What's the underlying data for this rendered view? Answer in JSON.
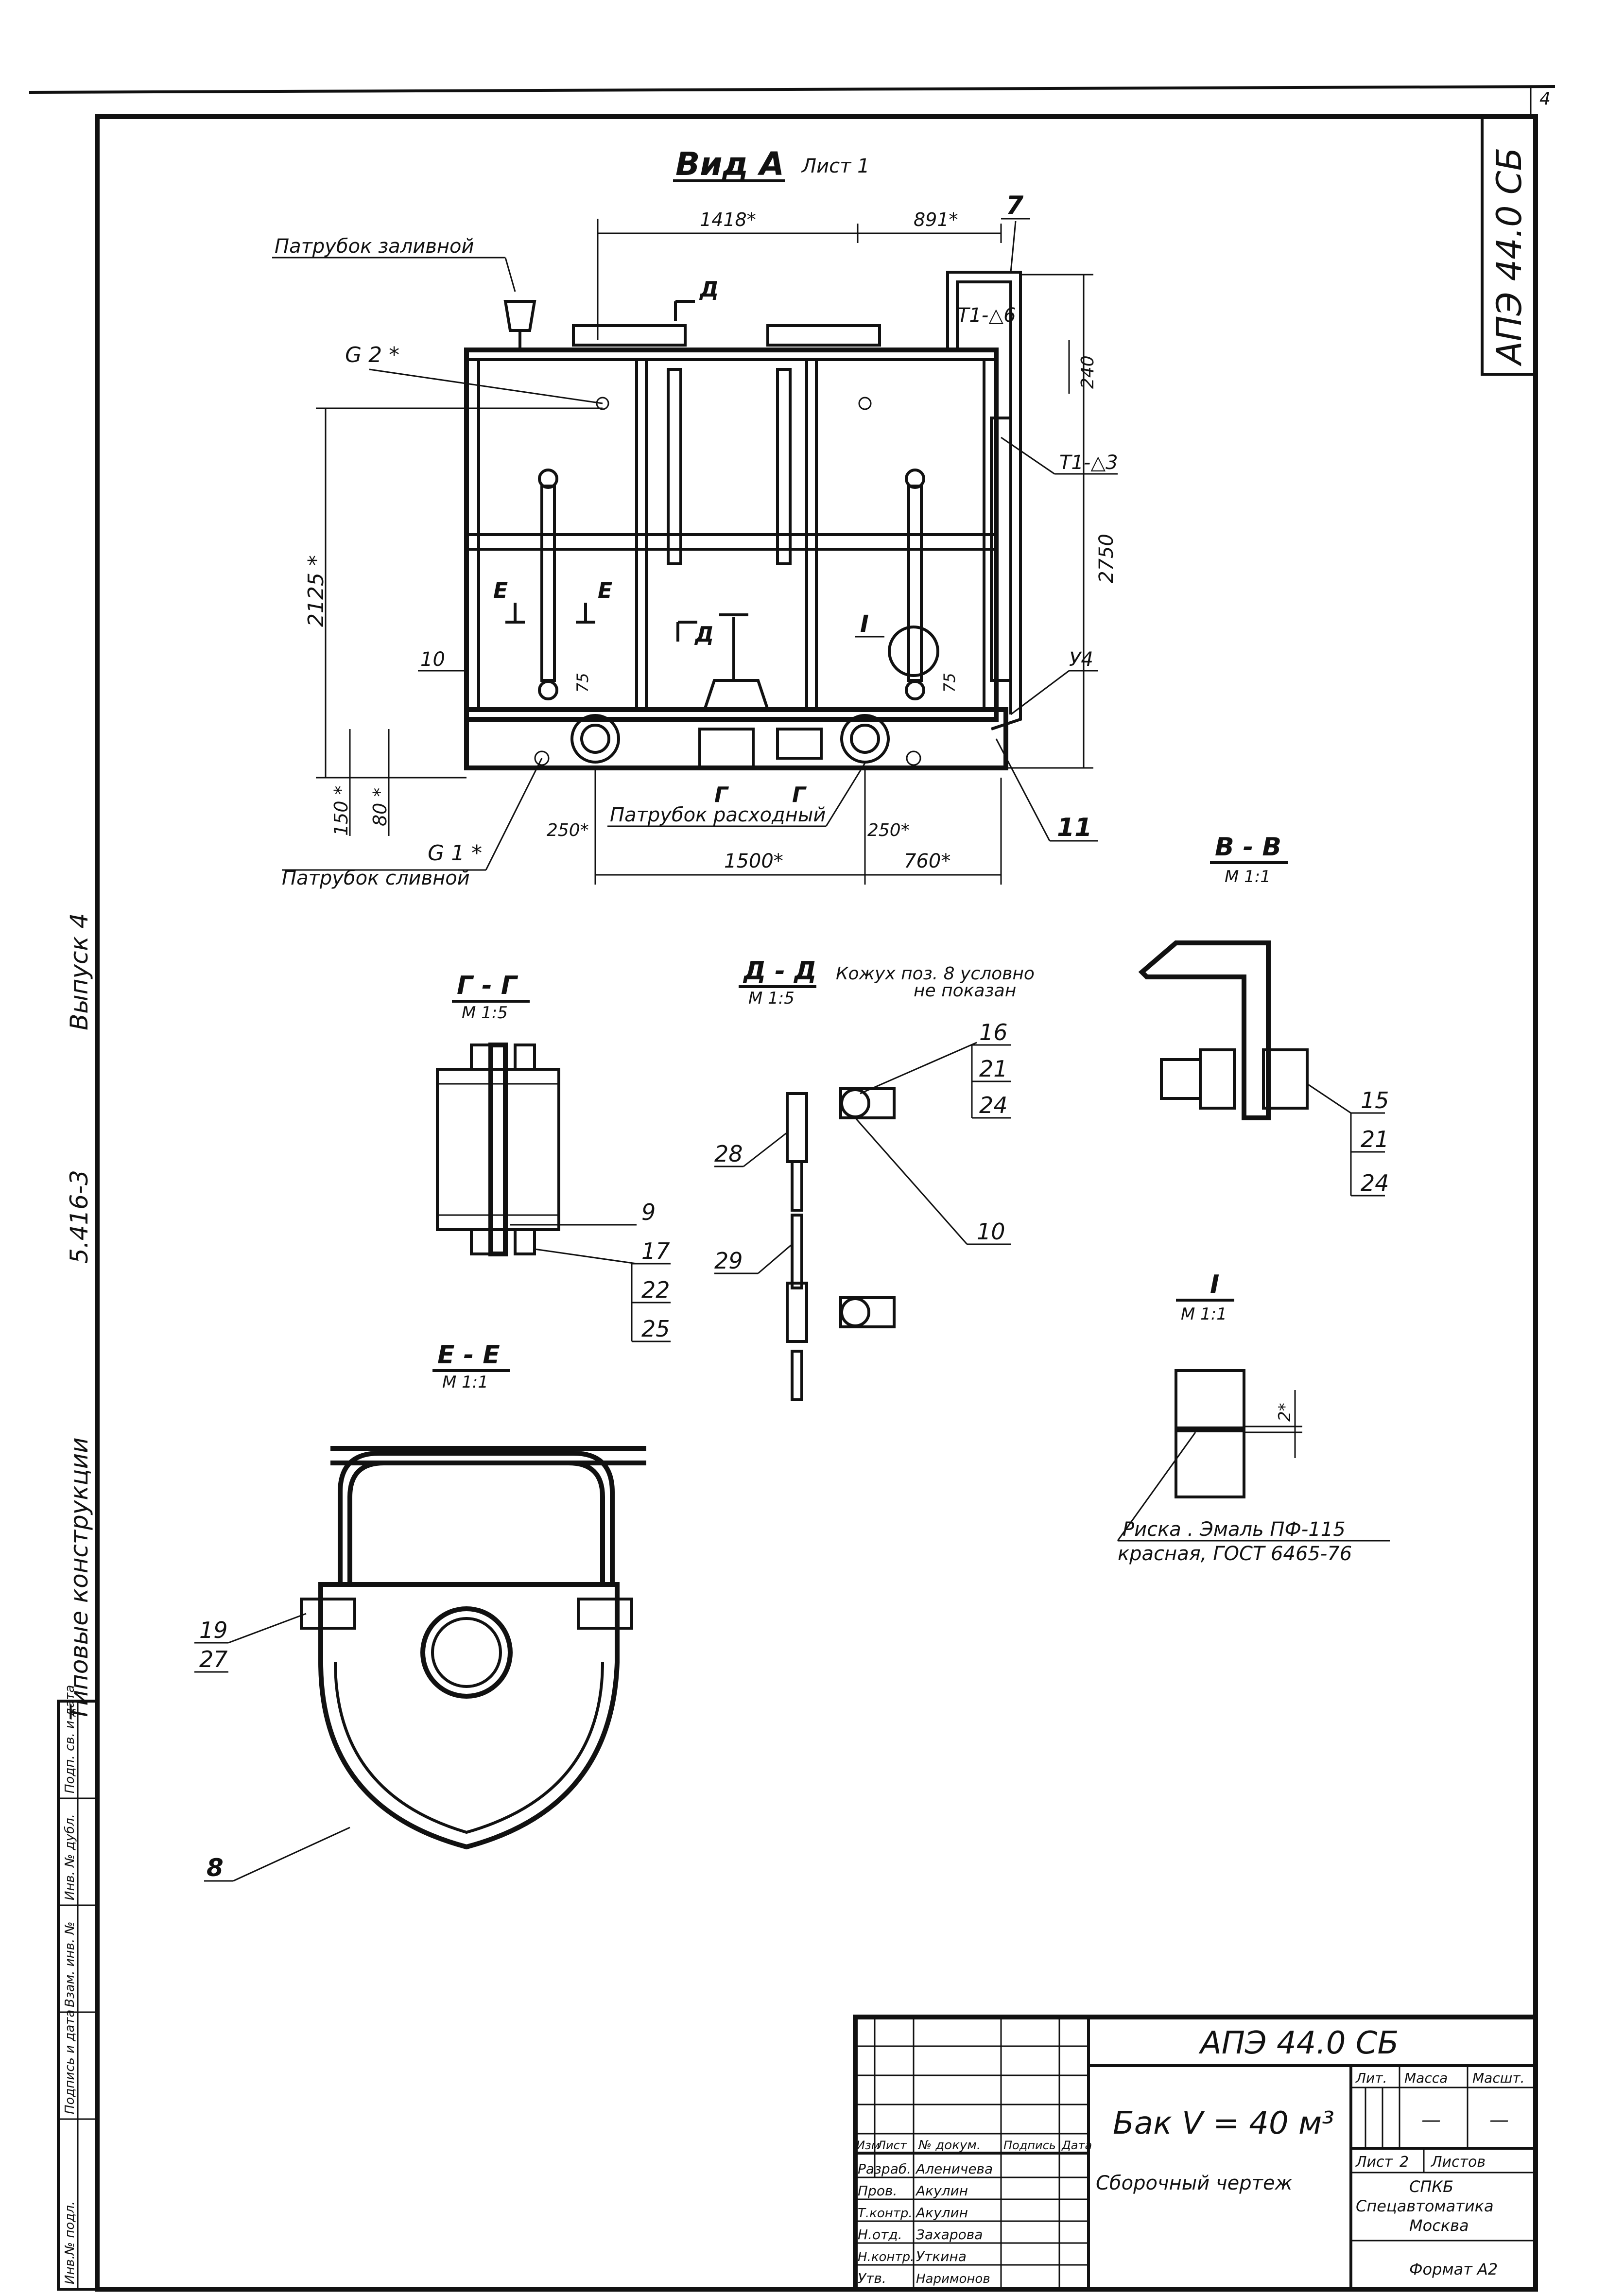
{
  "sheet": {
    "corner_number": "4",
    "side_code": "АПЭ 44.0 СБ",
    "series_text": "Типовые конструкции",
    "series_number": "5.416-3",
    "issue": "Выпуск 4"
  },
  "view_a": {
    "title": "Вид А",
    "sheet_ref": "Лист 1",
    "pos_7": "7",
    "pos_10": "10",
    "pos_11": "11",
    "pos_4": "У4",
    "weld_1": "Т1-△6",
    "weld_2": "Т1-△3",
    "fill_pipe": "Патрубок заливной",
    "drain_pipe": "Патрубок сливной",
    "supply_pipe": "Патрубок расходный",
    "g2": "G 2 *",
    "g1": "G 1 *",
    "dims": {
      "d1418": "1418*",
      "d891": "891*",
      "d240": "240",
      "d2750": "2750",
      "d2125": "2125 *",
      "d75a": "75",
      "d75b": "75",
      "d150": "150 *",
      "d80": "80 *",
      "d250a": "250*",
      "d250b": "250*",
      "d1500": "1500*",
      "d760": "760*"
    },
    "sec_d": "Д",
    "sec_e": "Е",
    "sec_g": "Г",
    "detail_1": "I"
  },
  "section_vv": {
    "title": "В - В",
    "scale": "М 1:1",
    "pos": [
      "15",
      "21",
      "24"
    ]
  },
  "section_gg": {
    "title": "Г - Г",
    "scale": "М 1:5",
    "pos": [
      "9",
      "17",
      "22",
      "25"
    ]
  },
  "section_dd": {
    "title": "Д - Д",
    "scale": "М 1:5",
    "note_1": "Кожух поз. 8 условно",
    "note_2": "не показан",
    "pos": [
      "16",
      "21",
      "24",
      "28",
      "10",
      "29"
    ]
  },
  "section_ee": {
    "title": "Е - Е",
    "scale": "М 1:1",
    "pos": [
      "19",
      "27",
      "8"
    ]
  },
  "detail_i": {
    "title": "I",
    "scale": "М 1:1",
    "dim": "2*",
    "note_1": "Риска . Эмаль ПФ-115",
    "note_2": "красная,  ГОСТ 6465-76"
  },
  "left_stamp": {
    "cells": [
      "Инв.№ подл.",
      "Подпись и дата",
      "Взам. инв. №",
      "Инв. № дубл.",
      "Подп. св. и дата"
    ],
    "values": [
      "",
      "",
      "",
      "",
      ""
    ]
  },
  "title_block": {
    "designation": "АПЭ 44.0 СБ",
    "name": "Бак V = 40 м³",
    "doc_type": "Сборочный чертеж",
    "col_headers": [
      "Изм",
      "Лист",
      "№ докум.",
      "Подпись",
      "Дата"
    ],
    "roles": [
      "Разраб.",
      "Пров.",
      "Т.контр.",
      "Н.отд.",
      "Н.контр.",
      "Утв."
    ],
    "names": [
      "Аленичева",
      "Акулин",
      "Акулин",
      "Захарова",
      "Уткина",
      "Наримонов"
    ],
    "lit_label": "Лит.",
    "mass_label": "Масса",
    "scale_label": "Масшт.",
    "mass_value": "—",
    "scale_value": "—",
    "sheet_label": "Лист",
    "sheet_no": "2",
    "sheets_label": "Листов",
    "org_1": "СПКБ",
    "org_2": "Спецавтоматика",
    "org_3": "Москва",
    "format": "Формат А2"
  }
}
